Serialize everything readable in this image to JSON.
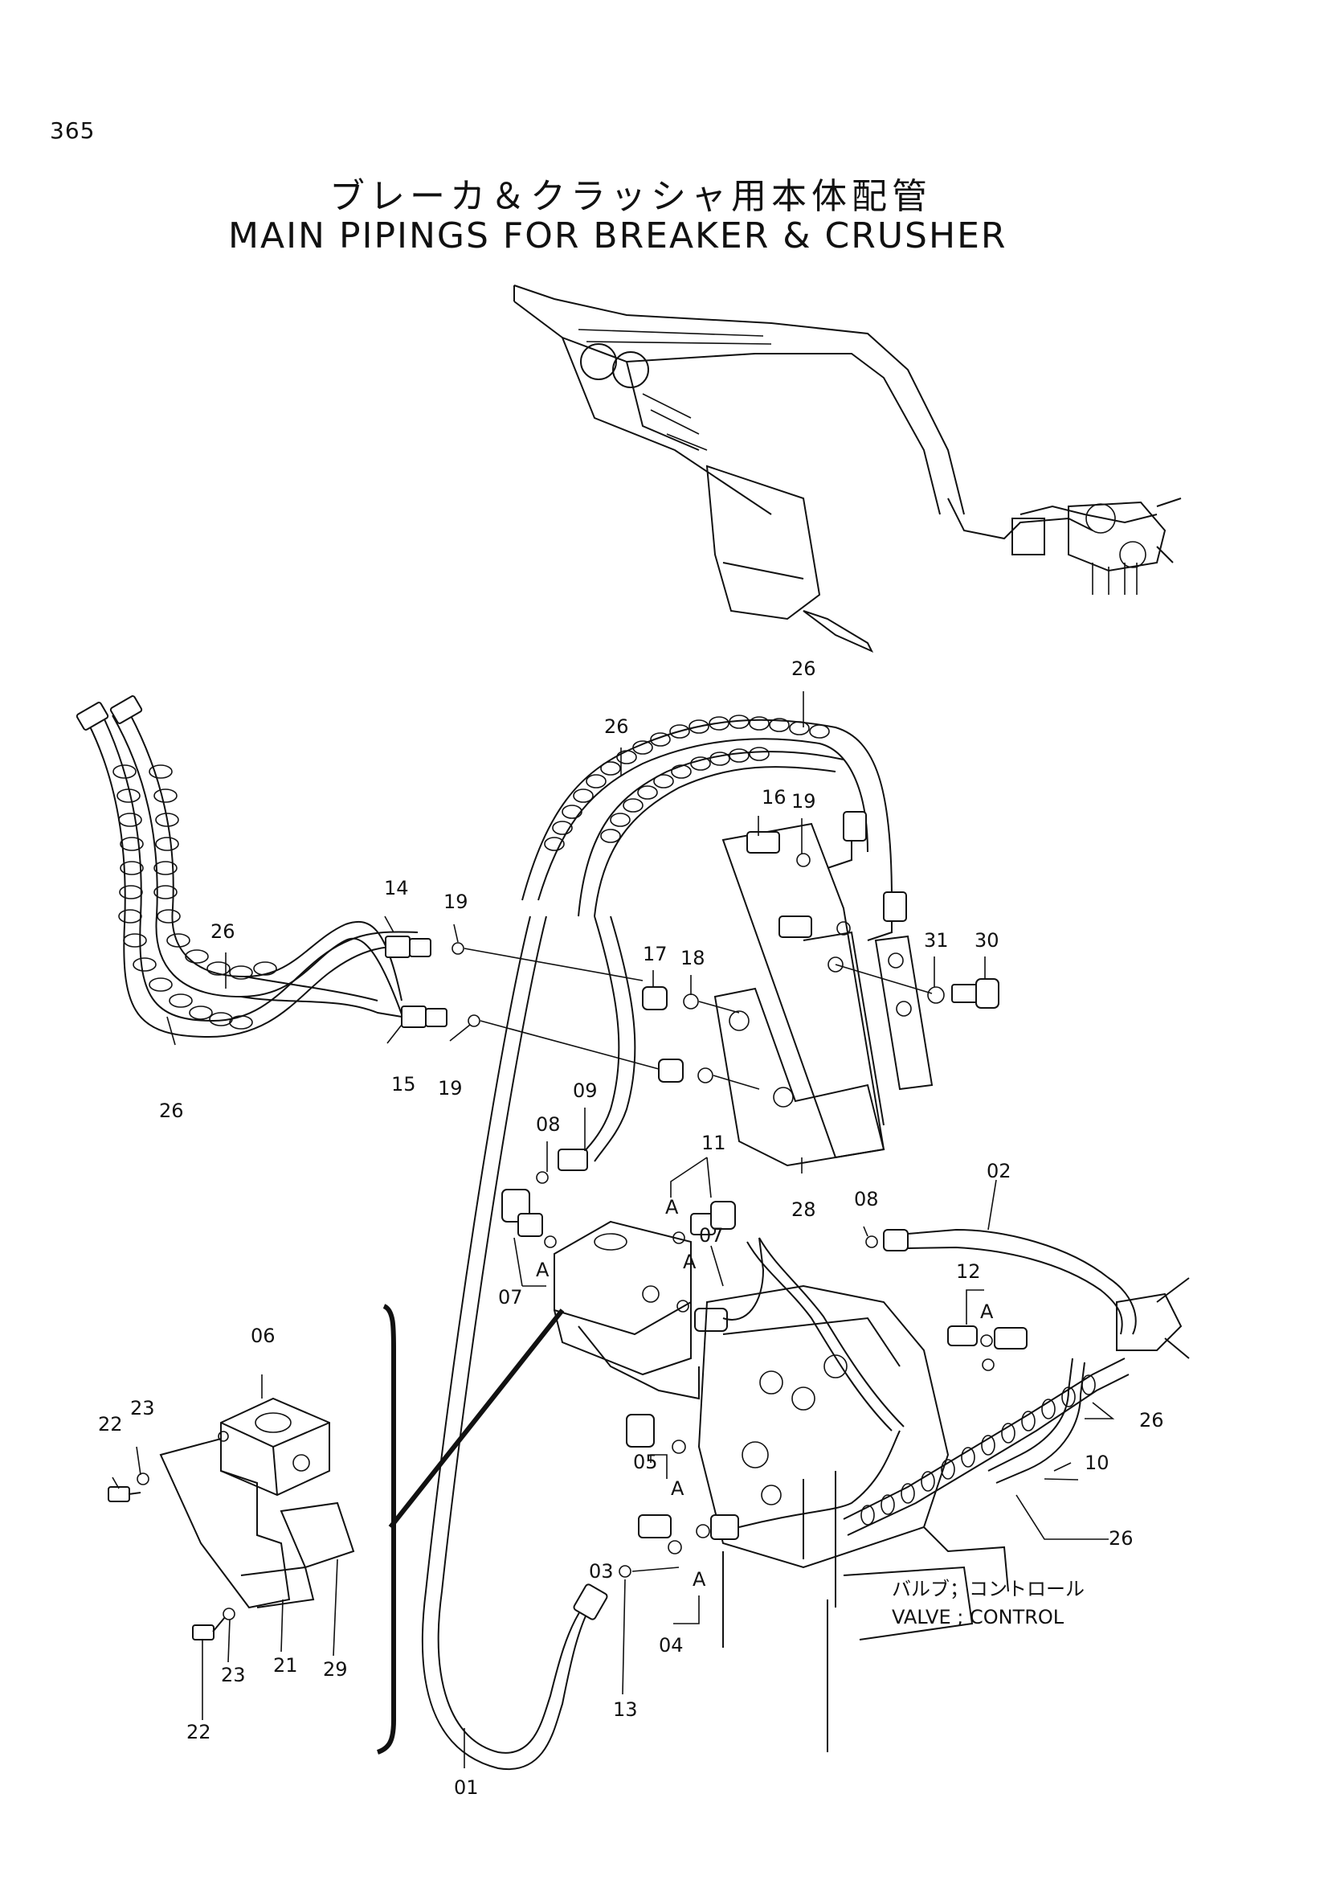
{
  "page": {
    "number": "365",
    "title_jp": "ブレーカ＆クラッシャ用本体配管",
    "title_en": "MAIN PIPINGS FOR BREAKER & CRUSHER"
  },
  "callouts": {
    "c26_top": "26",
    "c26_mid": "26",
    "c26_left": "26",
    "c26_leftlow": "26",
    "c26_right1": "26",
    "c26_right2": "26",
    "c16": "16",
    "c19_a": "19",
    "c19_b": "19",
    "c19_c": "19",
    "c14": "14",
    "c15": "15",
    "c17": "17",
    "c18": "18",
    "c31": "31",
    "c30": "30",
    "c08_a": "08",
    "c08_b": "08",
    "c09": "09",
    "c11": "11",
    "c28": "28",
    "c02": "02",
    "c07_a": "07",
    "c07_b": "07",
    "c12": "12",
    "c06": "06",
    "c22_a": "22",
    "c22_b": "22",
    "c23_a": "23",
    "c23_b": "23",
    "c21": "21",
    "c29": "29",
    "c05": "05",
    "c03": "03",
    "c04": "04",
    "c13": "13",
    "c01": "01",
    "c10": "10",
    "a1": "A",
    "a2": "A",
    "a3": "A",
    "a4": "A",
    "a5": "A",
    "a6": "A"
  },
  "valve_label": {
    "jp": "バルブ；コントロール",
    "en": "VALVE ; CONTROL"
  }
}
